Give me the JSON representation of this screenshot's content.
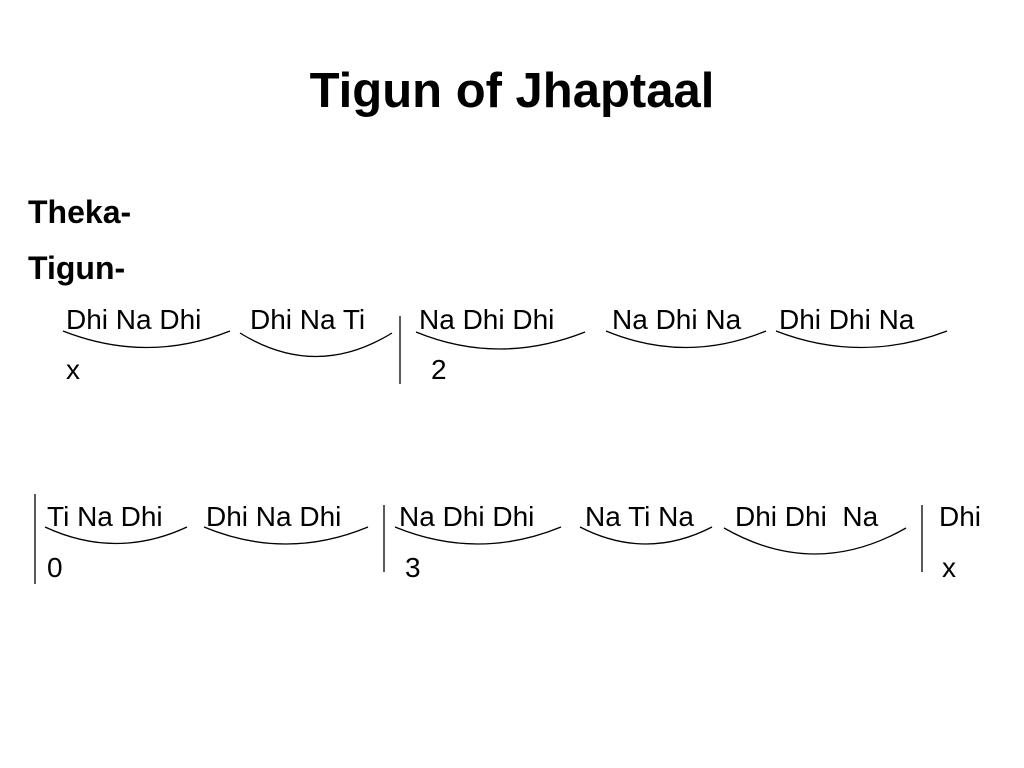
{
  "slide": {
    "title": "Tigun of Jhaptaal",
    "labels": {
      "theka": "Theka-",
      "tigun": "Tigun-"
    },
    "row1": {
      "groups": [
        "Dhi Na Dhi",
        "Dhi Na Ti",
        "Na Dhi Dhi",
        "Na Dhi Na",
        "Dhi Dhi Na"
      ],
      "markers": [
        "x",
        "2"
      ]
    },
    "row2": {
      "groups": [
        "Ti Na Dhi",
        "Dhi Na Dhi",
        "Na Dhi Dhi",
        "Na Ti Na",
        "Dhi Dhi  Na",
        "Dhi"
      ],
      "markers": [
        "0",
        "3",
        "x"
      ]
    }
  }
}
